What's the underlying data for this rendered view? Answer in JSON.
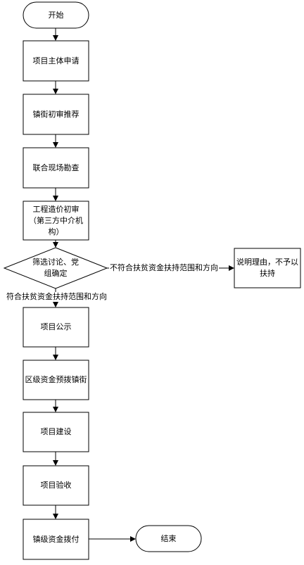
{
  "diagram": {
    "start": "开始",
    "steps": [
      "项目主体申请",
      "镇街初审推荐",
      "联合现场勘查",
      "工程造价初审（第三方中介机构）"
    ],
    "decision": "筛选讨论、党组确定",
    "reject_label": "不符合扶贫资金扶持范围和方向",
    "reject_box": "说明理由，不予以扶持",
    "accept_label": "符合扶贫资金扶持范围和方向",
    "steps_after": [
      "项目公示",
      "区级资金预拨镇街",
      "项目建设",
      "项目验收",
      "镇级资金拨付"
    ],
    "end": "结束"
  }
}
